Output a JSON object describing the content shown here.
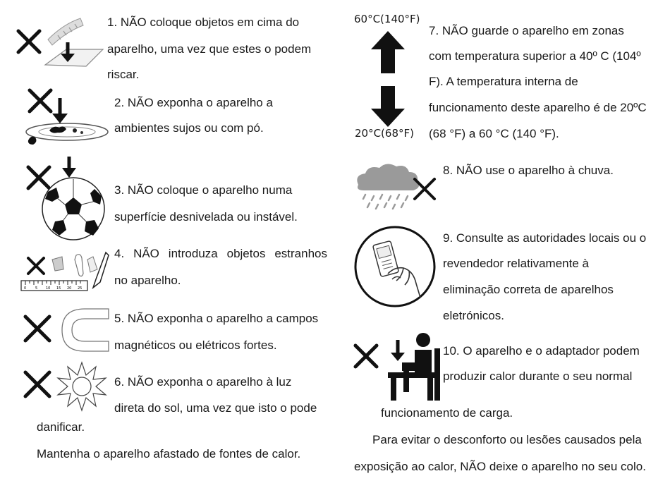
{
  "items": [
    {
      "lines": [
        "1.  NÃO coloque objetos em cima do",
        "aparelho, uma vez que estes o podem",
        "riscar."
      ]
    },
    {
      "lines": [
        "2.  NÃO exponha o aparelho a",
        "ambientes sujos ou com pó."
      ]
    },
    {
      "lines": [
        "3.  NÃO coloque o aparelho numa",
        "superfície desnivelada ou instável."
      ]
    },
    {
      "lines": [
        "4.  NÃO  introduza  objetos  estranhos",
        "no aparelho."
      ]
    },
    {
      "lines": [
        "5.  NÃO exponha o aparelho a campos",
        "magnéticos ou elétricos fortes."
      ]
    },
    {
      "lines": [
        "6.  NÃO exponha o aparelho à luz",
        "direta do sol, uma vez que isto o pode",
        "danificar."
      ]
    },
    {
      "lines": [
        "7.  NÃO guarde o aparelho em zonas",
        "com temperatura superior a 40º C (104º",
        "F). A temperatura interna de",
        "funcionamento deste aparelho é de 20ºC",
        "(68 °F) a 60 °C (140 °F)."
      ]
    },
    {
      "lines": [
        "8.  NÃO use o aparelho à chuva."
      ]
    },
    {
      "lines": [
        "9.  Consulte as autoridades locais ou o",
        "revendedor relativamente à",
        "eliminação correta de aparelhos",
        "eletrónicos."
      ]
    },
    {
      "lines": [
        "10.   O aparelho e o adaptador podem",
        "produzir calor durante o seu normal",
        "funcionamento de carga."
      ]
    }
  ],
  "heat_note": "Mantenha o aparelho afastado de fontes de calor.",
  "closing": [
    "Para evitar o desconforto ou lesões causados pela",
    "exposição ao calor, NÃO deixe o aparelho no seu colo."
  ],
  "temp_labels": {
    "high": "60°C(140°F)",
    "low": "20°C(68°F)"
  },
  "ruler_ticks": [
    "0",
    "5",
    "10",
    "15",
    "20",
    "25"
  ],
  "icons": [
    "prohibit-x-icon",
    "object-on-surface-icon",
    "dust-icon",
    "soccer-ball-icon",
    "foreign-objects-icon",
    "magnet-icon",
    "sun-icon",
    "temperature-arrows-icon",
    "rain-cloud-icon",
    "recycle-phone-hand-icon",
    "person-sitting-icon"
  ]
}
